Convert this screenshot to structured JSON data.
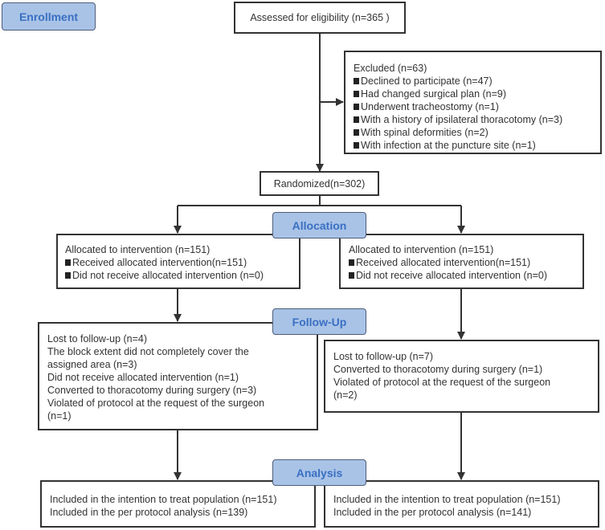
{
  "stages": {
    "enrollment": "Enrollment",
    "allocation": "Allocation",
    "follow_up": "Follow-Up",
    "analysis": "Analysis"
  },
  "assessed": "Assessed for eligibility (n=365 )",
  "excluded": {
    "title": "Excluded  (n=63)",
    "items": [
      "Declined to participate (n=47)",
      "Had changed surgical plan (n=9)",
      "Underwent tracheostomy (n=1)",
      "With a history of ipsilateral thoracotomy (n=3)",
      "With spinal deformities (n=2)",
      "With infection at the puncture site (n=1)"
    ]
  },
  "randomized": "Randomized(n=302)",
  "allocation": {
    "left": {
      "title": "Allocated to intervention (n=151)",
      "items": [
        "Received allocated intervention(n=151)",
        "Did not receive allocated intervention (n=0)"
      ]
    },
    "right": {
      "title": "Allocated to intervention (n=151)",
      "items": [
        "Received allocated intervention(n=151)",
        "Did not receive allocated intervention (n=0)"
      ]
    }
  },
  "follow_up": {
    "left": [
      "Lost to follow-up (n=4)",
      "The block extent did not completely cover the",
      "assigned area (n=3)",
      "Did not receive allocated intervention (n=1)",
      "Converted to thoracotomy during surgery (n=3)",
      "Violated of protocol at the request of the surgeon",
      "(n=1)"
    ],
    "right": [
      "Lost to follow-up (n=7)",
      "Converted to thoracotomy during surgery (n=1)",
      "Violated of protocol at the request of the surgeon",
      "(n=2)"
    ]
  },
  "analysis": {
    "left": [
      "Included in the intention to treat population (n=151)",
      "Included in the per protocol analysis (n=139)"
    ],
    "right": [
      "Included in the intention to treat population (n=151)",
      "Included in the per protocol analysis (n=141)"
    ]
  },
  "colors": {
    "label_fill": "#a9c3e7",
    "label_text": "#3a70c2",
    "line": "#333333"
  }
}
